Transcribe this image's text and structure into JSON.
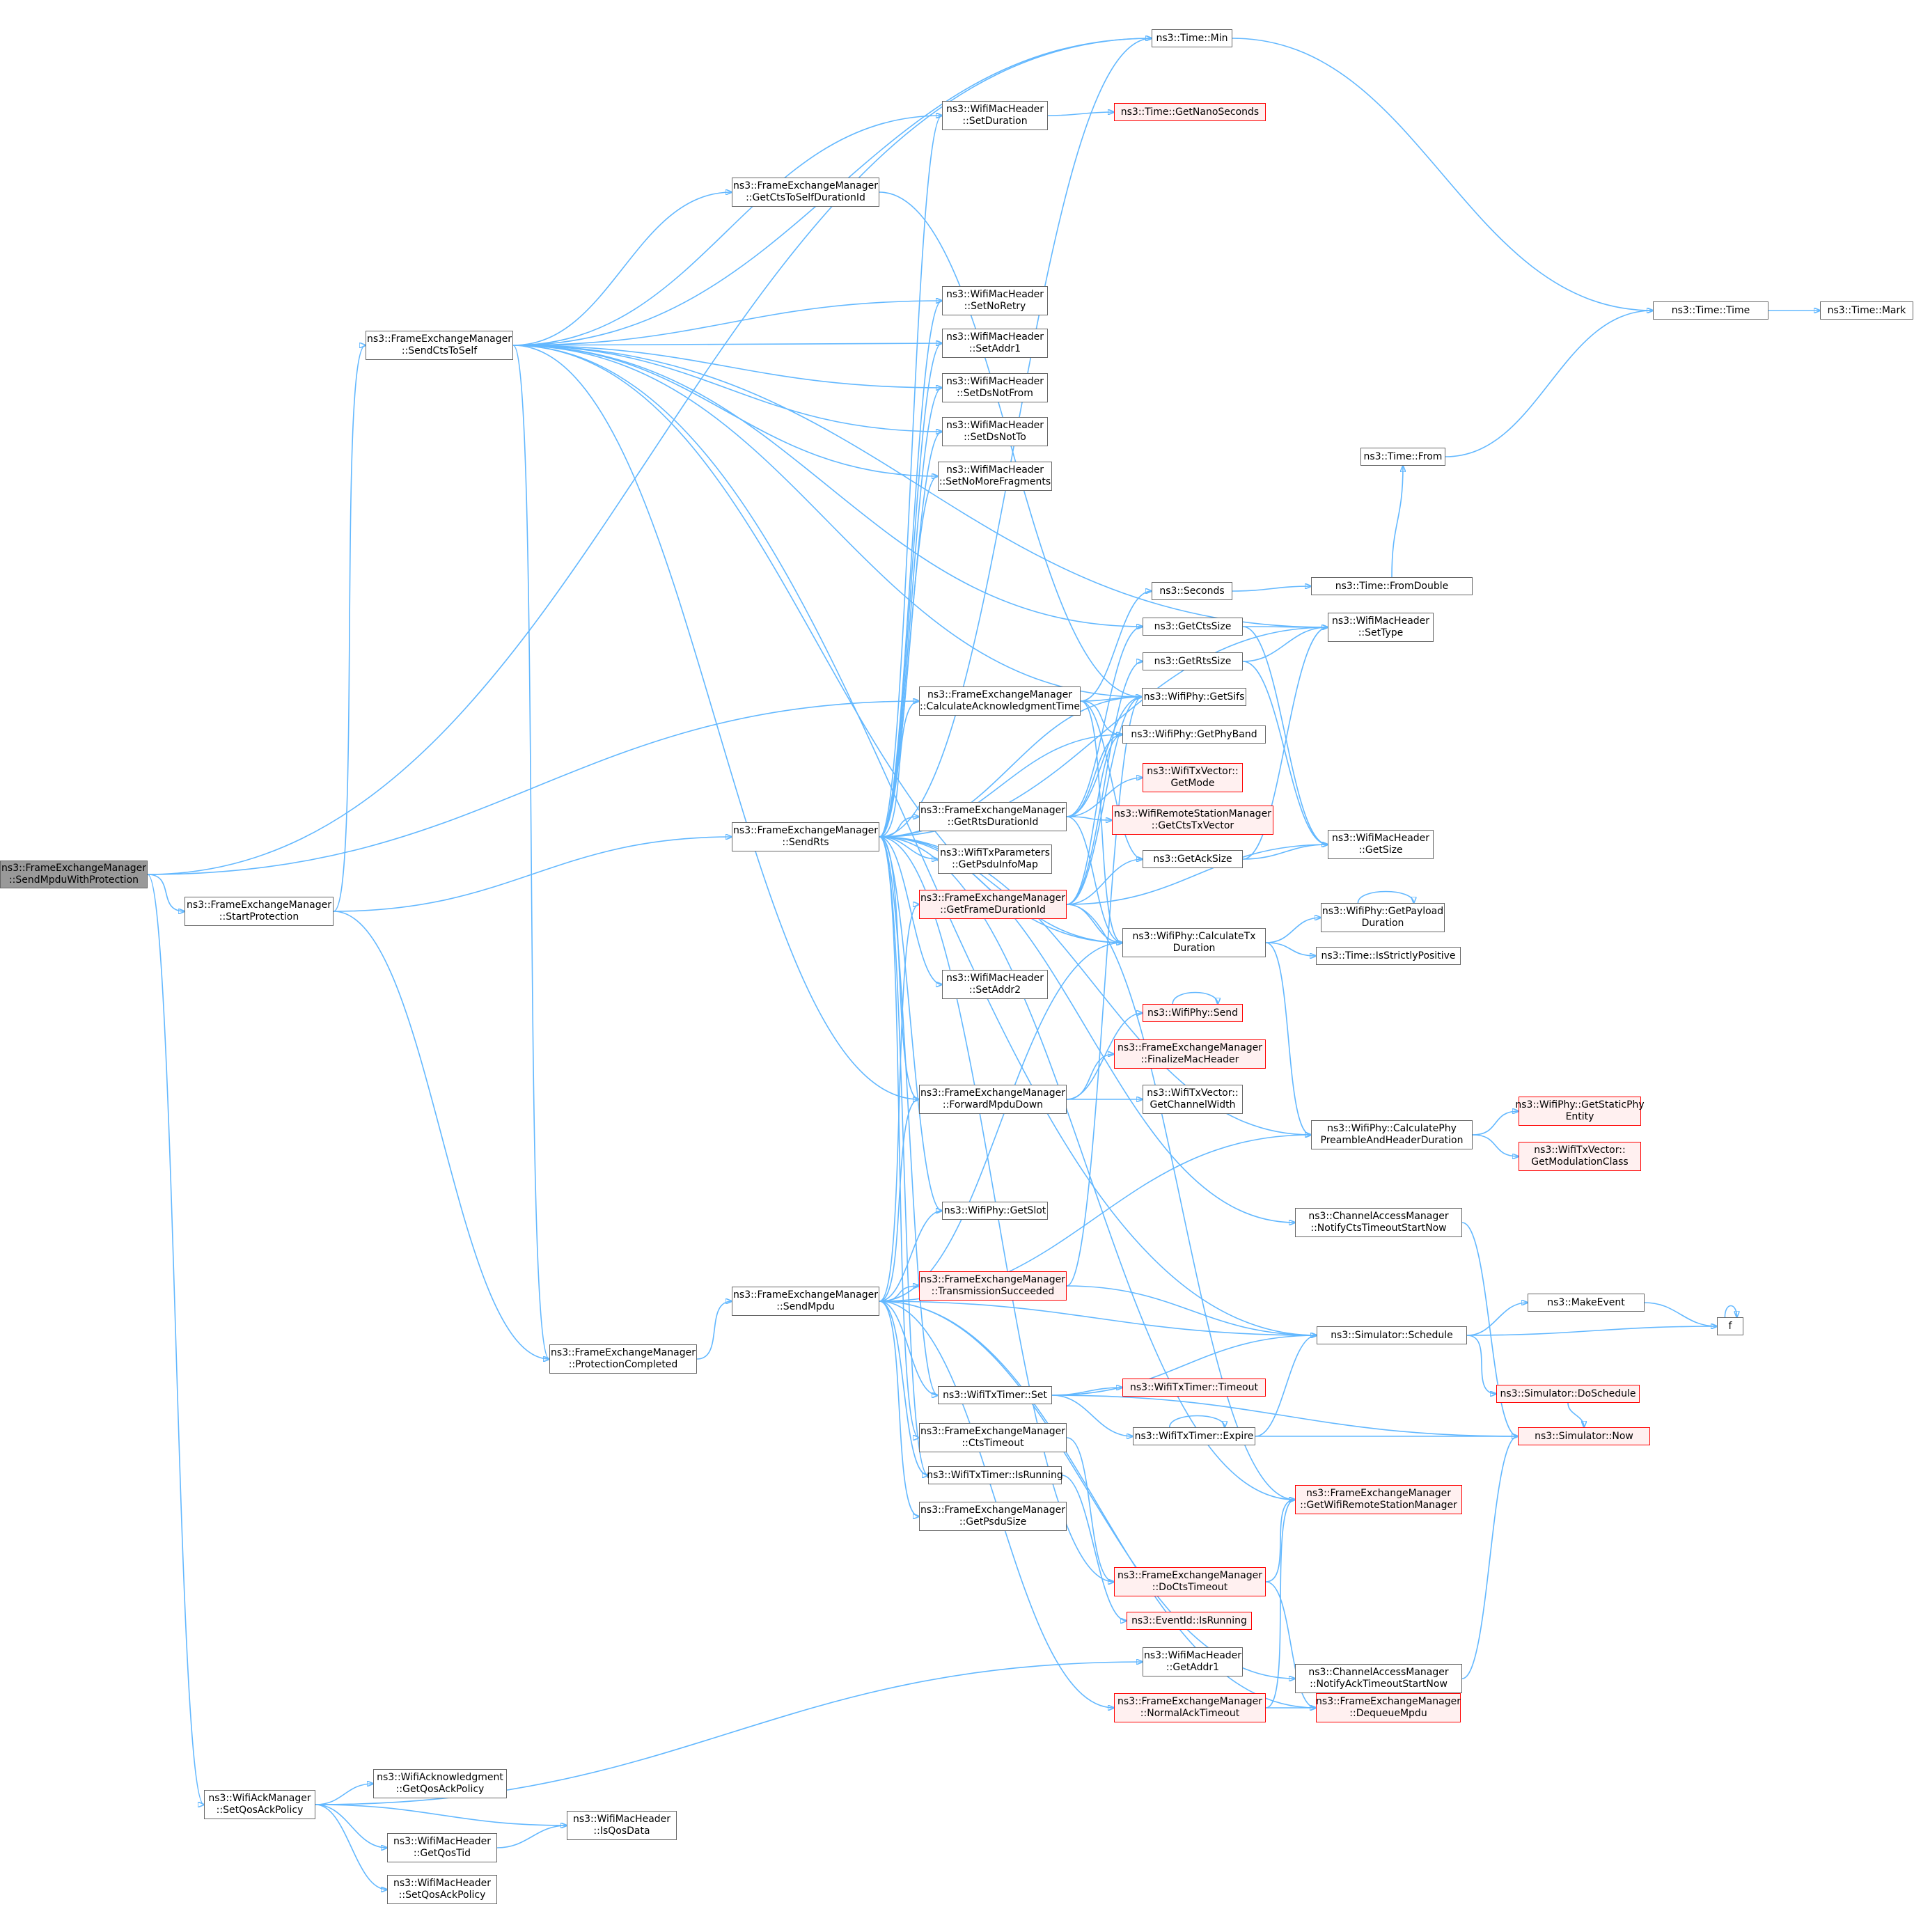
{
  "nodes": [
    {
      "id": "root",
      "lines": [
        "ns3::FrameExchangeManager",
        "::SendMpduWithProtection"
      ],
      "style": "focus"
    },
    {
      "id": "startprot",
      "lines": [
        "ns3::FrameExchangeManager",
        "::StartProtection"
      ]
    },
    {
      "id": "setqos",
      "lines": [
        "ns3::WifiAckManager",
        "::SetQosAckPolicy"
      ]
    },
    {
      "id": "sendcts",
      "lines": [
        "ns3::FrameExchangeManager",
        "::SendCtsToSelf"
      ]
    },
    {
      "id": "protcomp",
      "lines": [
        "ns3::FrameExchangeManager",
        "::ProtectionCompleted"
      ]
    },
    {
      "id": "getqosack",
      "lines": [
        "ns3::WifiAcknowledgment",
        "::GetQosAckPolicy"
      ]
    },
    {
      "id": "isqos",
      "lines": [
        "ns3::WifiMacHeader",
        "::IsQosData"
      ]
    },
    {
      "id": "getqostid",
      "lines": [
        "ns3::WifiMacHeader",
        "::GetQosTid"
      ]
    },
    {
      "id": "setqospol",
      "lines": [
        "ns3::WifiMacHeader",
        "::SetQosAckPolicy"
      ]
    },
    {
      "id": "sendrts",
      "lines": [
        "ns3::FrameExchangeManager",
        "::SendRts"
      ]
    },
    {
      "id": "sendmpdu",
      "lines": [
        "ns3::FrameExchangeManager",
        "::SendMpdu"
      ]
    },
    {
      "id": "setduration",
      "lines": [
        "ns3::WifiMacHeader",
        "::SetDuration"
      ]
    },
    {
      "id": "getctsself",
      "lines": [
        "ns3::FrameExchangeManager",
        "::GetCtsToSelfDurationId"
      ]
    },
    {
      "id": "setnoretry",
      "lines": [
        "ns3::WifiMacHeader",
        "::SetNoRetry"
      ]
    },
    {
      "id": "setaddr1",
      "lines": [
        "ns3::WifiMacHeader",
        "::SetAddr1"
      ]
    },
    {
      "id": "setdsnotfrom",
      "lines": [
        "ns3::WifiMacHeader",
        "::SetDsNotFrom"
      ]
    },
    {
      "id": "setdsnotto",
      "lines": [
        "ns3::WifiMacHeader",
        "::SetDsNotTo"
      ]
    },
    {
      "id": "setnomore",
      "lines": [
        "ns3::WifiMacHeader",
        "::SetNoMoreFragments"
      ]
    },
    {
      "id": "calcack",
      "lines": [
        "ns3::FrameExchangeManager",
        "::CalculateAcknowledgmentTime"
      ]
    },
    {
      "id": "getrtsdur",
      "lines": [
        "ns3::FrameExchangeManager",
        "::GetRtsDurationId"
      ]
    },
    {
      "id": "getpsduinfo",
      "lines": [
        "ns3::WifiTxParameters",
        "::GetPsduInfoMap"
      ]
    },
    {
      "id": "getframedur",
      "lines": [
        "ns3::FrameExchangeManager",
        "::GetFrameDurationId"
      ],
      "style": "red"
    },
    {
      "id": "setaddr2",
      "lines": [
        "ns3::WifiMacHeader",
        "::SetAddr2"
      ]
    },
    {
      "id": "fwdmpdu",
      "lines": [
        "ns3::FrameExchangeManager",
        "::ForwardMpduDown"
      ]
    },
    {
      "id": "getslot",
      "lines": [
        "ns3::WifiPhy::GetSlot"
      ]
    },
    {
      "id": "txsucc",
      "lines": [
        "ns3::FrameExchangeManager",
        "::TransmissionSucceeded"
      ],
      "style": "red"
    },
    {
      "id": "timerset",
      "lines": [
        "ns3::WifiTxTimer::Set"
      ]
    },
    {
      "id": "ctstimeout",
      "lines": [
        "ns3::FrameExchangeManager",
        "::CtsTimeout"
      ]
    },
    {
      "id": "isrunning",
      "lines": [
        "ns3::WifiTxTimer::IsRunning"
      ]
    },
    {
      "id": "getpsdusize",
      "lines": [
        "ns3::FrameExchangeManager",
        "::GetPsduSize"
      ]
    },
    {
      "id": "timemin",
      "lines": [
        "ns3::Time::Min"
      ]
    },
    {
      "id": "getnano",
      "lines": [
        "ns3::Time::GetNanoSeconds"
      ],
      "style": "red"
    },
    {
      "id": "seconds",
      "lines": [
        "ns3::Seconds"
      ]
    },
    {
      "id": "getctssize",
      "lines": [
        "ns3::GetCtsSize"
      ]
    },
    {
      "id": "getrtssize",
      "lines": [
        "ns3::GetRtsSize"
      ]
    },
    {
      "id": "getsifs",
      "lines": [
        "ns3::WifiPhy::GetSifs"
      ]
    },
    {
      "id": "getphyband",
      "lines": [
        "ns3::WifiPhy::GetPhyBand"
      ]
    },
    {
      "id": "getmode",
      "lines": [
        "ns3::WifiTxVector::",
        "GetMode"
      ],
      "style": "red"
    },
    {
      "id": "getctstxvec",
      "lines": [
        "ns3::WifiRemoteStationManager",
        "::GetCtsTxVector"
      ],
      "style": "red"
    },
    {
      "id": "getacksize",
      "lines": [
        "ns3::GetAckSize"
      ]
    },
    {
      "id": "calctxdur",
      "lines": [
        "ns3::WifiPhy::CalculateTx",
        "Duration"
      ]
    },
    {
      "id": "physend",
      "lines": [
        "ns3::WifiPhy::Send"
      ],
      "style": "red"
    },
    {
      "id": "finalize",
      "lines": [
        "ns3::FrameExchangeManager",
        "::FinalizeMacHeader"
      ],
      "style": "red"
    },
    {
      "id": "getchwidth",
      "lines": [
        "ns3::WifiTxVector::",
        "GetChannelWidth"
      ]
    },
    {
      "id": "timertimeout",
      "lines": [
        "ns3::WifiTxTimer::Timeout"
      ],
      "style": "red"
    },
    {
      "id": "expire",
      "lines": [
        "ns3::WifiTxTimer::Expire"
      ]
    },
    {
      "id": "docts",
      "lines": [
        "ns3::FrameExchangeManager",
        "::DoCtsTimeout"
      ],
      "style": "red"
    },
    {
      "id": "eventrun",
      "lines": [
        "ns3::EventId::IsRunning"
      ],
      "style": "red"
    },
    {
      "id": "getaddr1",
      "lines": [
        "ns3::WifiMacHeader",
        "::GetAddr1"
      ]
    },
    {
      "id": "normalack",
      "lines": [
        "ns3::FrameExchangeManager",
        "::NormalAckTimeout"
      ],
      "style": "red"
    },
    {
      "id": "timefrom",
      "lines": [
        "ns3::Time::From"
      ]
    },
    {
      "id": "fromdouble",
      "lines": [
        "ns3::Time::FromDouble"
      ]
    },
    {
      "id": "settype",
      "lines": [
        "ns3::WifiMacHeader",
        "::SetType"
      ]
    },
    {
      "id": "getsize",
      "lines": [
        "ns3::WifiMacHeader",
        "::GetSize"
      ]
    },
    {
      "id": "getpayload",
      "lines": [
        "ns3::WifiPhy::GetPayload",
        "Duration"
      ]
    },
    {
      "id": "strictpos",
      "lines": [
        "ns3::Time::IsStrictlyPositive"
      ]
    },
    {
      "id": "calcpre",
      "lines": [
        "ns3::WifiPhy::CalculatePhy",
        "PreambleAndHeaderDuration"
      ]
    },
    {
      "id": "notifycts",
      "lines": [
        "ns3::ChannelAccessManager",
        "::NotifyCtsTimeoutStartNow"
      ]
    },
    {
      "id": "makeevent",
      "lines": [
        "ns3::MakeEvent"
      ]
    },
    {
      "id": "schedule",
      "lines": [
        "ns3::Simulator::Schedule"
      ]
    },
    {
      "id": "doschedule",
      "lines": [
        "ns3::Simulator::DoSchedule"
      ],
      "style": "red"
    },
    {
      "id": "getwrsm",
      "lines": [
        "ns3::FrameExchangeManager",
        "::GetWifiRemoteStationManager"
      ],
      "style": "red"
    },
    {
      "id": "dequeue",
      "lines": [
        "ns3::FrameExchangeManager",
        "::DequeueMpdu"
      ],
      "style": "red"
    },
    {
      "id": "notifyack",
      "lines": [
        "ns3::ChannelAccessManager",
        "::NotifyAckTimeoutStartNow"
      ]
    },
    {
      "id": "timetime",
      "lines": [
        "ns3::Time::Time"
      ]
    },
    {
      "id": "timemark",
      "lines": [
        "ns3::Time::Mark"
      ]
    },
    {
      "id": "getstaticphy",
      "lines": [
        "ns3::WifiPhy::GetStaticPhy",
        "Entity"
      ],
      "style": "red"
    },
    {
      "id": "getmodclass",
      "lines": [
        "ns3::WifiTxVector::",
        "GetModulationClass"
      ],
      "style": "red"
    },
    {
      "id": "f",
      "lines": [
        "f"
      ]
    },
    {
      "id": "now",
      "lines": [
        "ns3::Simulator::Now"
      ],
      "style": "red"
    }
  ],
  "edges": [
    [
      "root",
      "timemin"
    ],
    [
      "root",
      "startprot"
    ],
    [
      "root",
      "calcack"
    ],
    [
      "root",
      "setqos"
    ],
    [
      "startprot",
      "sendcts"
    ],
    [
      "startprot",
      "sendrts"
    ],
    [
      "startprot",
      "protcomp"
    ],
    [
      "setqos",
      "getqosack"
    ],
    [
      "setqos",
      "isqos"
    ],
    [
      "setqos",
      "getqostid"
    ],
    [
      "setqos",
      "setqospol"
    ],
    [
      "setqos",
      "getaddr1"
    ],
    [
      "getqostid",
      "isqos"
    ],
    [
      "sendcts",
      "timemin"
    ],
    [
      "sendcts",
      "setduration"
    ],
    [
      "sendcts",
      "getctsself"
    ],
    [
      "sendcts",
      "setnoretry"
    ],
    [
      "sendcts",
      "setaddr1"
    ],
    [
      "sendcts",
      "setdsnotfrom"
    ],
    [
      "sendcts",
      "setdsnotto"
    ],
    [
      "sendcts",
      "setnomore"
    ],
    [
      "sendcts",
      "settype"
    ],
    [
      "sendcts",
      "getctssize"
    ],
    [
      "sendcts",
      "getsifs"
    ],
    [
      "sendcts",
      "calctxdur"
    ],
    [
      "sendcts",
      "fwdmpdu"
    ],
    [
      "sendcts",
      "protcomp"
    ],
    [
      "sendcts",
      "schedule"
    ],
    [
      "protcomp",
      "sendmpdu"
    ],
    [
      "sendrts",
      "setduration"
    ],
    [
      "sendrts",
      "setnoretry"
    ],
    [
      "sendrts",
      "setaddr1"
    ],
    [
      "sendrts",
      "setdsnotfrom"
    ],
    [
      "sendrts",
      "setdsnotto"
    ],
    [
      "sendrts",
      "setnomore"
    ],
    [
      "sendrts",
      "timemin"
    ],
    [
      "sendrts",
      "settype"
    ],
    [
      "sendrts",
      "getsifs"
    ],
    [
      "sendrts",
      "getphyband"
    ],
    [
      "sendrts",
      "calcack"
    ],
    [
      "sendrts",
      "getrtsdur"
    ],
    [
      "sendrts",
      "getpsduinfo"
    ],
    [
      "sendrts",
      "setaddr2"
    ],
    [
      "sendrts",
      "calctxdur"
    ],
    [
      "sendrts",
      "fwdmpdu"
    ],
    [
      "sendrts",
      "getslot"
    ],
    [
      "sendrts",
      "calcpre"
    ],
    [
      "sendrts",
      "notifycts"
    ],
    [
      "sendrts",
      "timerset"
    ],
    [
      "sendrts",
      "ctstimeout"
    ],
    [
      "sendrts",
      "isrunning"
    ],
    [
      "sendrts",
      "getwrsm"
    ],
    [
      "sendrts",
      "docts"
    ],
    [
      "sendmpdu",
      "getframedur"
    ],
    [
      "sendmpdu",
      "calctxdur"
    ],
    [
      "sendmpdu",
      "fwdmpdu"
    ],
    [
      "sendmpdu",
      "getslot"
    ],
    [
      "sendmpdu",
      "txsucc"
    ],
    [
      "sendmpdu",
      "schedule"
    ],
    [
      "sendmpdu",
      "calcpre"
    ],
    [
      "sendmpdu",
      "timerset"
    ],
    [
      "sendmpdu",
      "isrunning"
    ],
    [
      "sendmpdu",
      "getpsdusize"
    ],
    [
      "sendmpdu",
      "normalack"
    ],
    [
      "sendmpdu",
      "dequeue"
    ],
    [
      "sendmpdu",
      "notifyack"
    ],
    [
      "setduration",
      "getnano"
    ],
    [
      "getctsself",
      "getsifs"
    ],
    [
      "calcack",
      "seconds"
    ],
    [
      "calcack",
      "getsifs"
    ],
    [
      "calcack",
      "getphyband"
    ],
    [
      "calcack",
      "calctxdur"
    ],
    [
      "calcack",
      "getacksize"
    ],
    [
      "getrtsdur",
      "getsifs"
    ],
    [
      "getrtsdur",
      "getphyband"
    ],
    [
      "getrtsdur",
      "getctssize"
    ],
    [
      "getrtsdur",
      "getctstxvec"
    ],
    [
      "getrtsdur",
      "calctxdur"
    ],
    [
      "getrtsdur",
      "getmode"
    ],
    [
      "getframedur",
      "getsifs"
    ],
    [
      "getframedur",
      "getphyband"
    ],
    [
      "getframedur",
      "getacksize"
    ],
    [
      "getframedur",
      "getsize"
    ],
    [
      "getframedur",
      "calctxdur"
    ],
    [
      "getframedur",
      "getrtssize"
    ],
    [
      "getframedur",
      "getwrsm"
    ],
    [
      "fwdmpdu",
      "physend"
    ],
    [
      "fwdmpdu",
      "finalize"
    ],
    [
      "fwdmpdu",
      "getchwidth"
    ],
    [
      "txsucc",
      "schedule"
    ],
    [
      "txsucc",
      "getsifs"
    ],
    [
      "timerset",
      "schedule"
    ],
    [
      "timerset",
      "timertimeout"
    ],
    [
      "timerset",
      "expire"
    ],
    [
      "timerset",
      "now"
    ],
    [
      "expire",
      "expire"
    ],
    [
      "expire",
      "schedule"
    ],
    [
      "expire",
      "now"
    ],
    [
      "ctstimeout",
      "docts"
    ],
    [
      "isrunning",
      "eventrun"
    ],
    [
      "docts",
      "getwrsm"
    ],
    [
      "docts",
      "dequeue"
    ],
    [
      "normalack",
      "getwrsm"
    ],
    [
      "normalack",
      "dequeue"
    ],
    [
      "seconds",
      "fromdouble"
    ],
    [
      "getctssize",
      "settype"
    ],
    [
      "getctssize",
      "getsize"
    ],
    [
      "getrtssize",
      "settype"
    ],
    [
      "getrtssize",
      "getsize"
    ],
    [
      "getacksize",
      "settype"
    ],
    [
      "getacksize",
      "getsize"
    ],
    [
      "calctxdur",
      "getpayload"
    ],
    [
      "calctxdur",
      "strictpos"
    ],
    [
      "calctxdur",
      "calcpre"
    ],
    [
      "getpayload",
      "getpayload"
    ],
    [
      "physend",
      "physend"
    ],
    [
      "timemin",
      "timetime"
    ],
    [
      "timefrom",
      "timetime"
    ],
    [
      "fromdouble",
      "timefrom"
    ],
    [
      "timetime",
      "timemark"
    ],
    [
      "calcpre",
      "getstaticphy"
    ],
    [
      "calcpre",
      "getmodclass"
    ],
    [
      "notifycts",
      "now"
    ],
    [
      "notifyack",
      "now"
    ],
    [
      "schedule",
      "makeevent"
    ],
    [
      "schedule",
      "f"
    ],
    [
      "schedule",
      "doschedule"
    ],
    [
      "makeevent",
      "f"
    ],
    [
      "f",
      "f"
    ],
    [
      "doschedule",
      "now"
    ]
  ]
}
